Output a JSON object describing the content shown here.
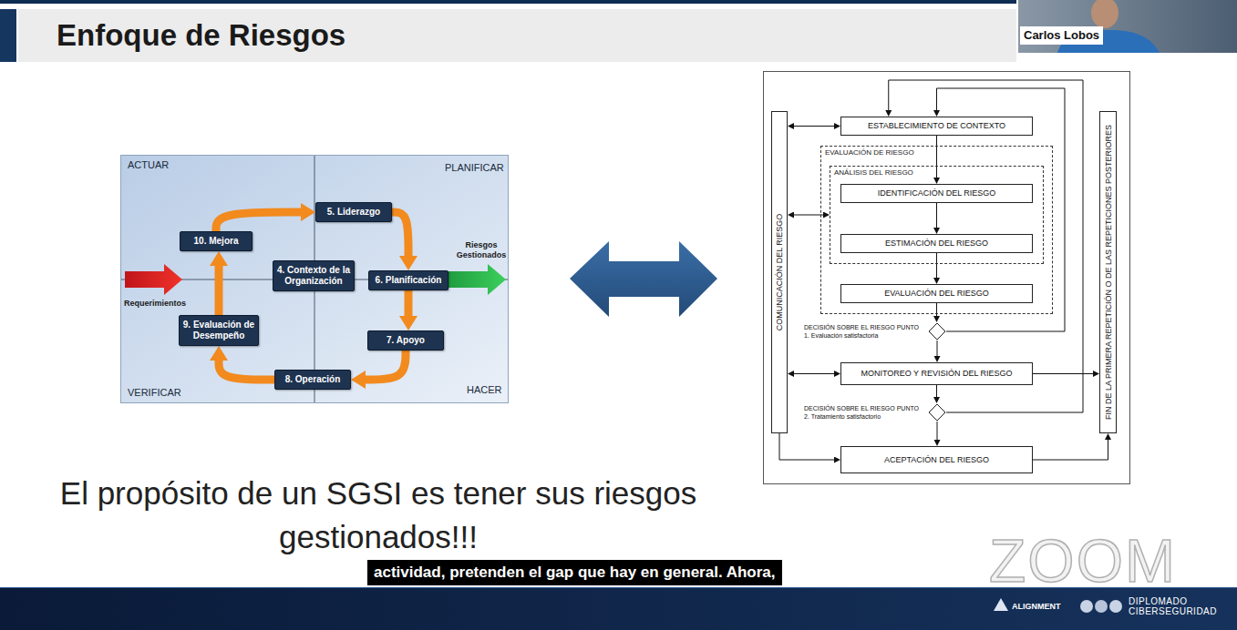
{
  "diagram": {
    "title": "Enfoque de Riesgos",
    "nodes": [
      {
        "text": [
          "5. Liderazgo"
        ]
      },
      {
        "text": [
          "10. Mejora"
        ]
      },
      {
        "text": [
          "4. Contexto de la Organización"
        ]
      },
      {
        "text": [
          "6. Planificación"
        ]
      },
      {
        "text": [
          "9. Evaluación de Desempeño"
        ]
      },
      {
        "text": [
          "7. Apoyo"
        ]
      },
      {
        "text": [
          "8. Operación"
        ]
      },
      {
        "text": [
          "COMUNICACIÓN DEL RIESGO"
        ]
      },
      {
        "text": [
          "ESTABLECIMIENTO DE CONTEXTO"
        ]
      },
      {
        "text": [
          "EVALUACIÓN DE RIESGO"
        ]
      },
      {
        "text": [
          "ANÁLISIS DEL RIESGO"
        ],
        "in": 9
      },
      {
        "text": [
          "IDENTIFICACIÓN DEL RIESGO"
        ],
        "in": 10
      },
      {
        "text": [
          "ESTIMACIÓN DEL RIESGO"
        ],
        "in": 10
      },
      {
        "text": [
          "EVALUACIÓN DEL RIESGO"
        ],
        "in": 9
      },
      {
        "text": [
          "DECISIÓN SOBRE EL RIESGO PUNTO 1. Evaluación satisfactoria"
        ]
      },
      {
        "text": [
          "MONITOREO Y REVISIÓN DEL RIESGO"
        ]
      },
      {
        "text": [
          "DECISIÓN SOBRE EL RIESGO PUNTO 2. Tratamiento satisfactorio"
        ]
      },
      {
        "text": [
          "ACEPTACIÓN DEL RIESGO"
        ]
      },
      {
        "text": [
          "FIN DE LA PRIMERA REPETICIÓN O DE LAS REPETICIONES POSTERIORES"
        ]
      }
    ],
    "edges": [
      {
        "from": 1,
        "to": 0,
        "arrow": "to"
      },
      {
        "from": 0,
        "to": 3,
        "arrow": "to"
      },
      {
        "from": 3,
        "to": 5,
        "arrow": "to"
      },
      {
        "from": 5,
        "to": 6,
        "arrow": "to"
      },
      {
        "from": 6,
        "to": 4,
        "arrow": "to"
      },
      {
        "from": 4,
        "to": 1,
        "arrow": "to"
      },
      {
        "from": 8,
        "to": 11,
        "arrow": "to"
      },
      {
        "from": 11,
        "to": 12,
        "arrow": "to"
      },
      {
        "from": 12,
        "to": 13,
        "arrow": "to"
      },
      {
        "from": 13,
        "to": 14,
        "arrow": "to"
      },
      {
        "from": 14,
        "to": 15,
        "arrow": "to"
      },
      {
        "from": 14,
        "to": 8,
        "arrow": "to"
      },
      {
        "from": 15,
        "to": 16,
        "arrow": "to"
      },
      {
        "from": 16,
        "to": 17,
        "arrow": "to"
      },
      {
        "from": 16,
        "to": 8,
        "arrow": "to"
      },
      {
        "from": 7,
        "to": 8,
        "arrow": "both"
      },
      {
        "from": 7,
        "to": 10,
        "arrow": "both"
      },
      {
        "from": 7,
        "to": 15,
        "arrow": "both"
      },
      {
        "from": 15,
        "to": 18,
        "arrow": "to"
      },
      {
        "from": 7,
        "to": 17,
        "arrow": "to"
      },
      {
        "from": 17,
        "to": 18,
        "arrow": "to"
      }
    ],
    "labels": [
      "ACTUAR",
      "PLANIFICAR",
      "VERIFICAR",
      "HACER",
      "Requerimientos",
      "Riesgos Gestionados",
      "Carlos Lobos",
      "El propósito de un SGSI es tener sus riesgos gestionados!!!",
      "actividad, pretenden el gap que hay en general. Ahora,",
      "ZOOM",
      "ALIGNMENT",
      "DIPLOMADO CIBERSEGURIDAD"
    ]
  }
}
